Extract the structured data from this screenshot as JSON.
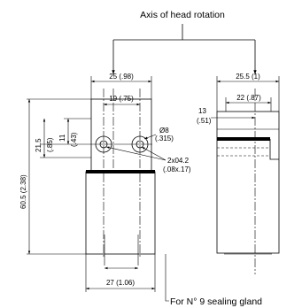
{
  "title": "Axis of head rotation",
  "dims": {
    "width_top": "25 (.98)",
    "hole_spacing": "19 (.75)",
    "height_11": "11",
    "height_11_in": "(.43)",
    "height_21": "21.5",
    "height_21_in": "(.85)",
    "total_height": "60.5 (2.38)",
    "hole_dia": "Ø8",
    "hole_dia_in": "(.315)",
    "screws": "2x04.2",
    "screws_in": "(.08x.17)",
    "bottom_width": "27 (1.06)",
    "side_width": "25.5 (1)",
    "side_22": "22 (.87)",
    "side_13": "13",
    "side_13_in": "(.51)"
  },
  "gland_note": "For N° 9 sealing gland"
}
